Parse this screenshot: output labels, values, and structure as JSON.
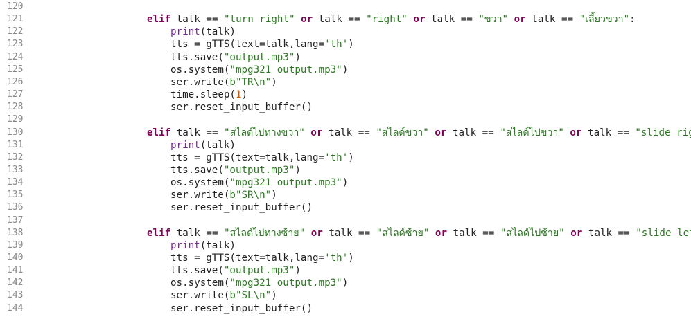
{
  "editor": {
    "lines": [
      {
        "n": "120",
        "tokens": [
          {
            "t": "_ _",
            "c": "fade"
          }
        ]
      },
      {
        "n": "121",
        "tokens": [
          {
            "t": "elif",
            "c": "kw"
          },
          {
            "t": " talk == ",
            "c": "plain"
          },
          {
            "t": "\"turn right\"",
            "c": "str"
          },
          {
            "t": " ",
            "c": "plain"
          },
          {
            "t": "or",
            "c": "kw"
          },
          {
            "t": " talk == ",
            "c": "plain"
          },
          {
            "t": "\"right\"",
            "c": "str"
          },
          {
            "t": " ",
            "c": "plain"
          },
          {
            "t": "or",
            "c": "kw"
          },
          {
            "t": " talk == ",
            "c": "plain"
          },
          {
            "t": "\"ขวา\"",
            "c": "str"
          },
          {
            "t": " ",
            "c": "plain"
          },
          {
            "t": "or",
            "c": "kw"
          },
          {
            "t": " talk == ",
            "c": "plain"
          },
          {
            "t": "\"เลี้ยวขวา\"",
            "c": "str"
          },
          {
            "t": ":",
            "c": "plain"
          }
        ]
      },
      {
        "n": "122",
        "tokens": [
          {
            "t": "print",
            "c": "bi"
          },
          {
            "t": "(talk)",
            "c": "plain"
          }
        ]
      },
      {
        "n": "123",
        "tokens": [
          {
            "t": "tts = gTTS(text=talk,lang=",
            "c": "plain"
          },
          {
            "t": "'th'",
            "c": "str"
          },
          {
            "t": ")",
            "c": "plain"
          }
        ]
      },
      {
        "n": "124",
        "tokens": [
          {
            "t": "tts.save(",
            "c": "plain"
          },
          {
            "t": "\"output.mp3\"",
            "c": "str"
          },
          {
            "t": ")",
            "c": "plain"
          }
        ]
      },
      {
        "n": "125",
        "tokens": [
          {
            "t": "os.system(",
            "c": "plain"
          },
          {
            "t": "\"mpg321 output.mp3\"",
            "c": "str"
          },
          {
            "t": ")",
            "c": "plain"
          }
        ]
      },
      {
        "n": "126",
        "tokens": [
          {
            "t": "ser.write(",
            "c": "plain"
          },
          {
            "t": "b\"TR\\n\"",
            "c": "str"
          },
          {
            "t": ")",
            "c": "plain"
          }
        ]
      },
      {
        "n": "127",
        "tokens": [
          {
            "t": "time.sleep(",
            "c": "plain"
          },
          {
            "t": "1",
            "c": "num"
          },
          {
            "t": ")",
            "c": "plain"
          }
        ]
      },
      {
        "n": "128",
        "tokens": [
          {
            "t": "ser.reset_input_buffer()",
            "c": "plain"
          }
        ]
      },
      {
        "n": "129",
        "tokens": []
      },
      {
        "n": "130",
        "tokens": [
          {
            "t": "elif",
            "c": "kw"
          },
          {
            "t": " talk == ",
            "c": "plain"
          },
          {
            "t": "\"สไลด์ไปทางขวา\"",
            "c": "str"
          },
          {
            "t": " ",
            "c": "plain"
          },
          {
            "t": "or",
            "c": "kw"
          },
          {
            "t": " talk == ",
            "c": "plain"
          },
          {
            "t": "\"สไลด์ขวา\"",
            "c": "str"
          },
          {
            "t": " ",
            "c": "plain"
          },
          {
            "t": "or",
            "c": "kw"
          },
          {
            "t": " talk == ",
            "c": "plain"
          },
          {
            "t": "\"สไลด์ไปขวา\"",
            "c": "str"
          },
          {
            "t": " ",
            "c": "plain"
          },
          {
            "t": "or",
            "c": "kw"
          },
          {
            "t": " talk == ",
            "c": "plain"
          },
          {
            "t": "\"slide right\"",
            "c": "str"
          },
          {
            "t": ":",
            "c": "plain"
          }
        ]
      },
      {
        "n": "131",
        "tokens": [
          {
            "t": "print",
            "c": "bi"
          },
          {
            "t": "(talk)",
            "c": "plain"
          }
        ]
      },
      {
        "n": "132",
        "tokens": [
          {
            "t": "tts = gTTS(text=talk,lang=",
            "c": "plain"
          },
          {
            "t": "'th'",
            "c": "str"
          },
          {
            "t": ")",
            "c": "plain"
          }
        ]
      },
      {
        "n": "133",
        "tokens": [
          {
            "t": "tts.save(",
            "c": "plain"
          },
          {
            "t": "\"output.mp3\"",
            "c": "str"
          },
          {
            "t": ")",
            "c": "plain"
          }
        ]
      },
      {
        "n": "134",
        "tokens": [
          {
            "t": "os.system(",
            "c": "plain"
          },
          {
            "t": "\"mpg321 output.mp3\"",
            "c": "str"
          },
          {
            "t": ")",
            "c": "plain"
          }
        ]
      },
      {
        "n": "135",
        "tokens": [
          {
            "t": "ser.write(",
            "c": "plain"
          },
          {
            "t": "b\"SR\\n\"",
            "c": "str"
          },
          {
            "t": ")",
            "c": "plain"
          }
        ]
      },
      {
        "n": "136",
        "tokens": [
          {
            "t": "ser.reset_input_buffer()",
            "c": "plain"
          }
        ]
      },
      {
        "n": "137",
        "tokens": []
      },
      {
        "n": "138",
        "tokens": [
          {
            "t": "elif",
            "c": "kw"
          },
          {
            "t": " talk == ",
            "c": "plain"
          },
          {
            "t": "\"สไลด์ไปทางซ้าย\"",
            "c": "str"
          },
          {
            "t": " ",
            "c": "plain"
          },
          {
            "t": "or",
            "c": "kw"
          },
          {
            "t": " talk == ",
            "c": "plain"
          },
          {
            "t": "\"สไลด์ซ้าย\"",
            "c": "str"
          },
          {
            "t": " ",
            "c": "plain"
          },
          {
            "t": "or",
            "c": "kw"
          },
          {
            "t": " talk == ",
            "c": "plain"
          },
          {
            "t": "\"สไลด์ไปซ้าย\"",
            "c": "str"
          },
          {
            "t": " ",
            "c": "plain"
          },
          {
            "t": "or",
            "c": "kw"
          },
          {
            "t": " talk == ",
            "c": "plain"
          },
          {
            "t": "\"slide left\"",
            "c": "str"
          },
          {
            "t": ":",
            "c": "plain"
          }
        ]
      },
      {
        "n": "139",
        "tokens": [
          {
            "t": "print",
            "c": "bi"
          },
          {
            "t": "(talk)",
            "c": "plain"
          }
        ]
      },
      {
        "n": "140",
        "tokens": [
          {
            "t": "tts = gTTS(text=talk,lang=",
            "c": "plain"
          },
          {
            "t": "'th'",
            "c": "str"
          },
          {
            "t": ")",
            "c": "plain"
          }
        ]
      },
      {
        "n": "141",
        "tokens": [
          {
            "t": "tts.save(",
            "c": "plain"
          },
          {
            "t": "\"output.mp3\"",
            "c": "str"
          },
          {
            "t": ")",
            "c": "plain"
          }
        ]
      },
      {
        "n": "142",
        "tokens": [
          {
            "t": "os.system(",
            "c": "plain"
          },
          {
            "t": "\"mpg321 output.mp3\"",
            "c": "str"
          },
          {
            "t": ")",
            "c": "plain"
          }
        ]
      },
      {
        "n": "143",
        "tokens": [
          {
            "t": "ser.write(",
            "c": "plain"
          },
          {
            "t": "b\"SL\\n\"",
            "c": "str"
          },
          {
            "t": ")",
            "c": "plain"
          }
        ]
      },
      {
        "n": "144",
        "tokens": [
          {
            "t": "ser.reset_input_buffer()",
            "c": "plain"
          }
        ]
      }
    ]
  },
  "colors": {
    "keyword": "#7f0055",
    "string": "#2a7a1f",
    "builtin": "#7a2a9a",
    "number": "#c0580a",
    "line_number": "#8a8a8a",
    "background": "#ffffff"
  }
}
